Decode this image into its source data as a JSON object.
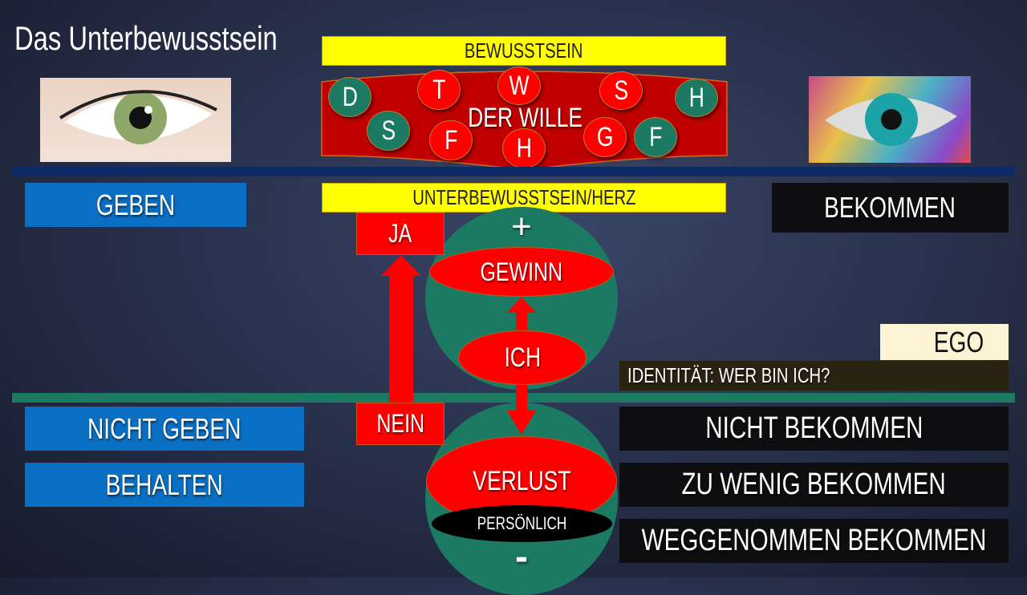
{
  "title": "Das Unterbewusstsein",
  "bewusstsein": "BEWUSSTSEIN",
  "wille": {
    "label": "DER WILLE",
    "letters": [
      {
        "t": "D",
        "c": "green"
      },
      {
        "t": "S",
        "c": "green"
      },
      {
        "t": "T",
        "c": "red"
      },
      {
        "t": "F",
        "c": "red"
      },
      {
        "t": "W",
        "c": "red"
      },
      {
        "t": "H",
        "c": "red"
      },
      {
        "t": "S",
        "c": "red"
      },
      {
        "t": "G",
        "c": "red"
      },
      {
        "t": "F",
        "c": "green"
      },
      {
        "t": "H",
        "c": "green"
      }
    ]
  },
  "unterbewusstsein": "UNTERBEWUSSTSEIN/HERZ",
  "left": {
    "geben": "GEBEN",
    "nicht_geben": "NICHT GEBEN",
    "behalten": "BEHALTEN"
  },
  "right": {
    "bekommen": "BEKOMMEN",
    "ego": "EGO",
    "identitaet": "IDENTITÄT: WER BIN ICH?",
    "nicht_bekommen": "NICHT BEKOMMEN",
    "zu_wenig": "ZU WENIG BEKOMMEN",
    "weggenommen": "WEGGENOMMEN BEKOMMEN"
  },
  "center": {
    "ja": "JA",
    "nein": "NEIN",
    "plus": "+",
    "minus": "-",
    "gewinn": "GEWINN",
    "ich": "ICH",
    "verlust": "VERLUST",
    "persoenlich": "PERSÖNLICH"
  },
  "colors": {
    "red": "#ff0000",
    "green": "#1c7a62",
    "blue": "#0a6fc2",
    "yellow": "#ffff00",
    "navy_line": "#0d2a66"
  }
}
